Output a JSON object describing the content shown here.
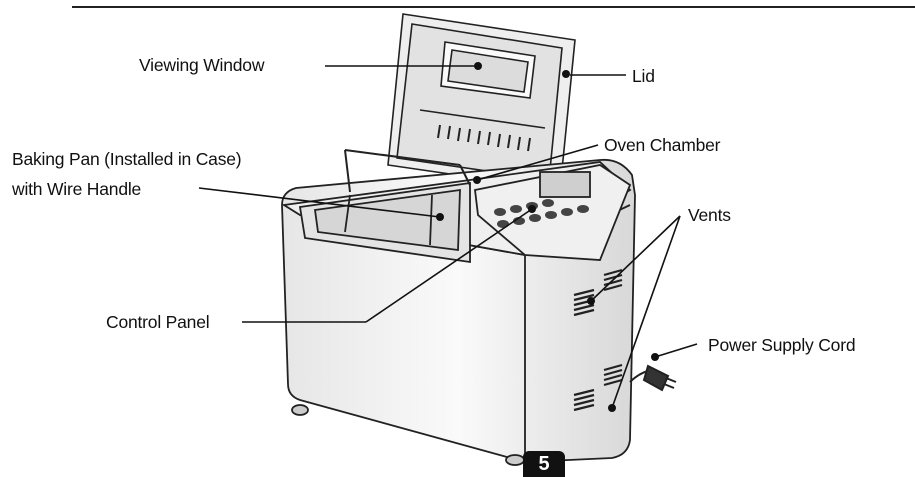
{
  "labels": {
    "viewing_window": "Viewing Window",
    "lid": "Lid",
    "baking_pan_line1": "Baking Pan (Installed in Case)",
    "baking_pan_line2": "with Wire Handle",
    "oven_chamber": "Oven Chamber",
    "vents": "Vents",
    "control_panel": "Control Panel",
    "power_supply_cord": "Power Supply Cord"
  },
  "page_number": "5",
  "colors": {
    "ink": "#111111",
    "body_fill": "#f4f4f4",
    "shade": "#d9d9d9",
    "background": "#ffffff"
  }
}
